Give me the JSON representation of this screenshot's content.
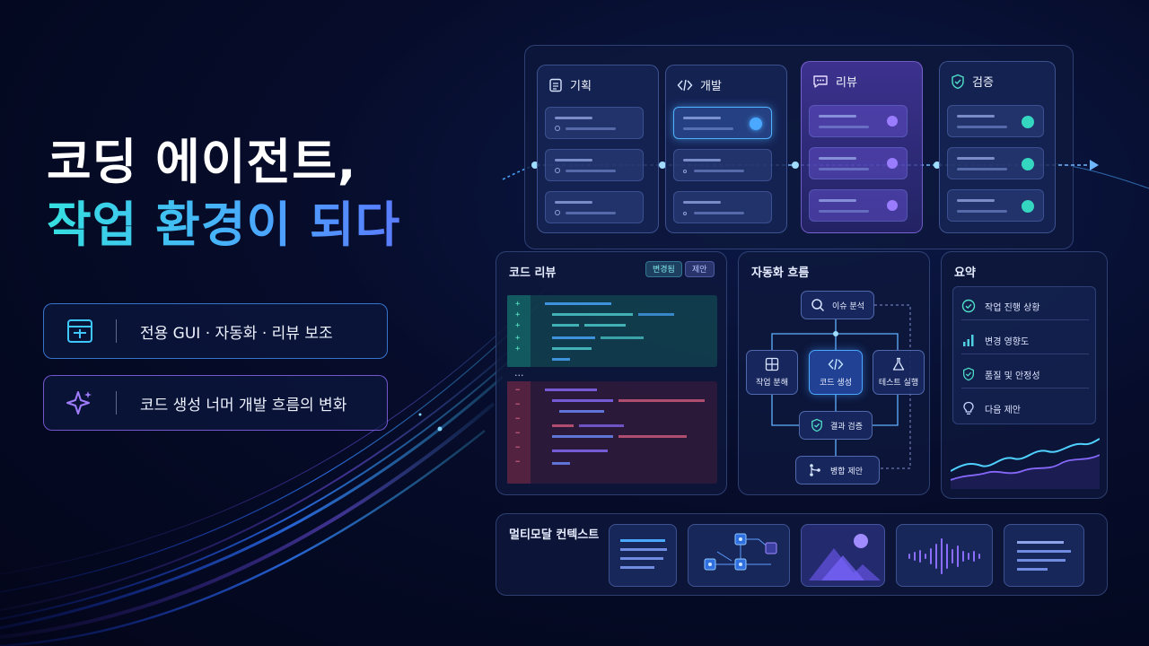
{
  "headline": {
    "line1": "코딩 에이전트,",
    "line2": "작업 환경이 되다"
  },
  "features": [
    {
      "icon": "window-layout-icon",
      "text": "전용 GUI · 자동화 · 리뷰 보조"
    },
    {
      "icon": "sparkle-icon",
      "text": "코드 생성 너머 개발 흐름의 변화"
    }
  ],
  "pipeline": {
    "columns": [
      {
        "label": "기획",
        "icon": "document-icon"
      },
      {
        "label": "개발",
        "icon": "code-icon"
      },
      {
        "label": "리뷰",
        "icon": "chat-icon"
      },
      {
        "label": "검증",
        "icon": "shield-check-icon"
      }
    ]
  },
  "code_review": {
    "title": "코드 리뷰",
    "chips": [
      "변경됨",
      "제안"
    ],
    "added_marker": "+",
    "removed_marker": "−",
    "ellipsis": "..."
  },
  "automation": {
    "title": "자동화 흐름",
    "nodes": {
      "analyze": "이슈 분석",
      "split": "작업 분해",
      "generate": "코드 생성",
      "test": "테스트 실행",
      "verify": "결과 검증",
      "merge": "병합 제안"
    }
  },
  "summary": {
    "title": "요약",
    "items": [
      {
        "icon": "check-circle-icon",
        "label": "작업 진행 상황"
      },
      {
        "icon": "bar-chart-icon",
        "label": "변경 영향도"
      },
      {
        "icon": "shield-check-icon",
        "label": "품질 및 안정성"
      },
      {
        "icon": "lightbulb-icon",
        "label": "다음 제안"
      }
    ]
  },
  "multimodal": {
    "title": "멀티모달 컨텍스트",
    "tiles": [
      "text-doc-icon",
      "diagram-icon",
      "image-icon",
      "audio-wave-icon",
      "text-doc-icon"
    ]
  },
  "colors": {
    "accent_cyan": "#35e0e0",
    "accent_blue": "#4aa8ff",
    "accent_purple": "#8a6cff",
    "success_teal": "#35d6c0"
  }
}
